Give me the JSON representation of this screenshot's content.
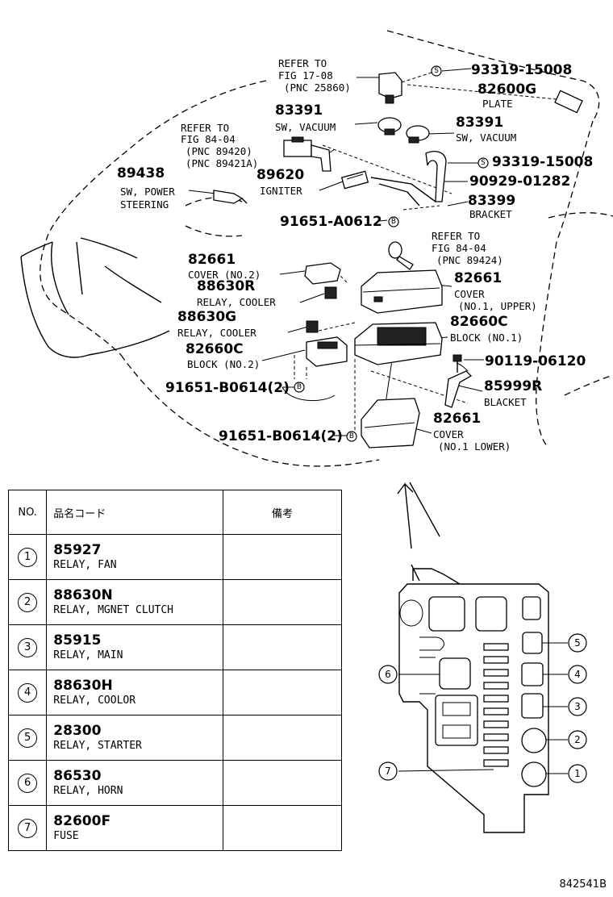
{
  "figure_code": "842541B",
  "callouts": {
    "p93319a": "93319-15008",
    "p82600g": "82600G",
    "p82600g_desc": "PLATE",
    "ref1_l1": "REFER TO",
    "ref1_l2": "FIG 17-08",
    "ref1_l3": "(PNC 25860)",
    "p83391a": "83391",
    "p83391a_desc": "SW, VACUUM",
    "p83391b": "83391",
    "p83391b_desc": "SW, VACUUM",
    "ref2_l1": "REFER TO",
    "ref2_l2": "FIG 84-04",
    "ref2_l3": "(PNC 89420)",
    "ref2_l4": "(PNC 89421A)",
    "p93319b": "93319-15008",
    "p89438": "89438",
    "p89438_desc1": "SW, POWER",
    "p89438_desc2": "STEERING",
    "p89620": "89620",
    "p89620_desc": "IGNITER",
    "p90929": "90929-01282",
    "p83399": "83399",
    "p83399_desc": "BRACKET",
    "p91651a": "91651-A0612",
    "ref3_l1": "REFER TO",
    "ref3_l2": "FIG 84-04",
    "ref3_l3": "(PNC 89424)",
    "p82661a": "82661",
    "p82661a_desc": "COVER (NO.2)",
    "p88630r": "88630R",
    "p88630r_desc": "RELAY, COOLER",
    "p82661b": "82661",
    "p82661b_desc1": "COVER",
    "p82661b_desc2": "(NO.1, UPPER)",
    "p88630g": "88630G",
    "p88630g_desc": "RELAY, COOLER",
    "p82660c_a": "82660C",
    "p82660c_a_desc": "BLOCK (NO.1)",
    "p82660c_b": "82660C",
    "p82660c_b_desc": "BLOCK (NO.2)",
    "p90119": "90119-06120",
    "p91651b": "91651-B0614(2)",
    "p85999r": "85999R",
    "p85999r_desc": "BLACKET",
    "p82661c": "82661",
    "p82661c_desc1": "COVER",
    "p82661c_desc2": "(NO.1 LOWER)",
    "p91651c": "91651-B0614(2)"
  },
  "symbols": {
    "s": "S",
    "b": "B"
  },
  "table": {
    "headers": {
      "no": "NO.",
      "code": "品名コード",
      "remarks": "備考"
    },
    "rows": [
      {
        "no": "1",
        "code": "85927",
        "desc": "RELAY, FAN"
      },
      {
        "no": "2",
        "code": "88630N",
        "desc": "RELAY, MGNET CLUTCH"
      },
      {
        "no": "3",
        "code": "85915",
        "desc": "RELAY, MAIN"
      },
      {
        "no": "4",
        "code": "88630H",
        "desc": "RELAY, COOLOR"
      },
      {
        "no": "5",
        "code": "28300",
        "desc": "RELAY, STARTER"
      },
      {
        "no": "6",
        "code": "86530",
        "desc": "RELAY, HORN"
      },
      {
        "no": "7",
        "code": "82600F",
        "desc": "FUSE"
      }
    ]
  },
  "block_callouts": [
    "5",
    "4",
    "6",
    "3",
    "2",
    "7",
    "1"
  ]
}
